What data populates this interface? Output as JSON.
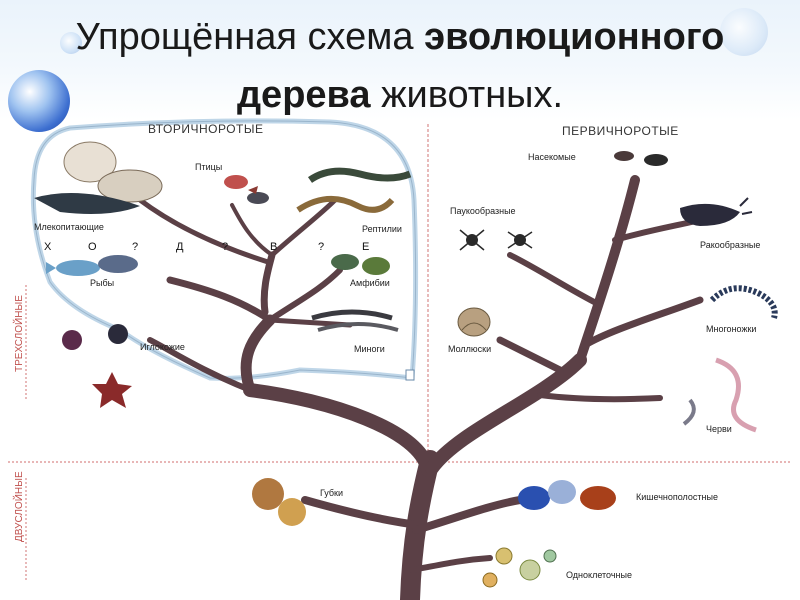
{
  "slide": {
    "title_normal_1": "Упрощённая схема ",
    "title_bold_1": "эволюционного",
    "title_bold_2": "дерева",
    "title_normal_2": " животных."
  },
  "diagram": {
    "headers": {
      "left": "ВТОРИЧНОРОТЫЕ",
      "right": "ПЕРВИЧНОРОТЫЕ"
    },
    "side_labels": {
      "triploblastic": "ТРЕХСЛОЙНЫЕ",
      "diploblastic": "ДВУСЛОЙНЫЕ"
    },
    "groups": {
      "mammals": "Млекопитающие",
      "birds": "Птицы",
      "reptiles": "Рептилии",
      "fish": "Рыбы",
      "amphibians": "Амфибии",
      "lampreys": "Миноги",
      "echinoderms": "Иглокожие",
      "insects": "Насекомые",
      "arachnids": "Паукообразные",
      "crustaceans": "Ракообразные",
      "myriapods": "Многоножки",
      "molluscs": "Моллюски",
      "worms": "Черви",
      "sponges": "Губки",
      "cnidarians": "Кишечнополостные",
      "protozoa": "Одноклеточные"
    },
    "letters": [
      "Х",
      "О",
      "?",
      "Д",
      "?",
      "В",
      "?",
      "Е"
    ],
    "colors": {
      "trunk": "#5b4046",
      "divider": "#d98b8b",
      "enclosure": "#bfd6e8",
      "side_label": "#c0504d"
    }
  }
}
